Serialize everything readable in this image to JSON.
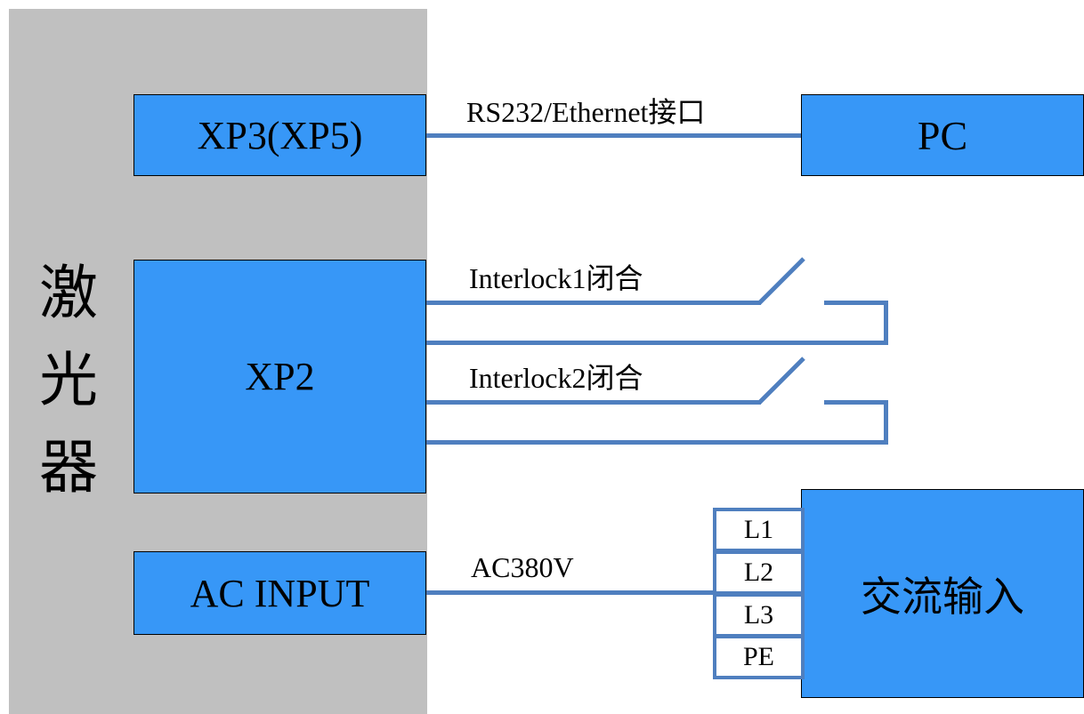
{
  "laser": {
    "label_chars": [
      "激",
      "光",
      "器"
    ]
  },
  "blocks": {
    "xp3": "XP3(XP5)",
    "xp2": "XP2",
    "ac_input": "AC INPUT",
    "pc": "PC",
    "ac_supply": "交流输入"
  },
  "links": {
    "rs232": "RS232/Ethernet接口",
    "interlock1": "Interlock1闭合",
    "interlock2": "Interlock2闭合",
    "ac380": "AC380V"
  },
  "terminals": [
    "L1",
    "L2",
    "L3",
    "PE"
  ],
  "colors": {
    "block_fill": "#3797f7",
    "wire": "#4f7fbf",
    "panel": "#c0c0c0"
  }
}
